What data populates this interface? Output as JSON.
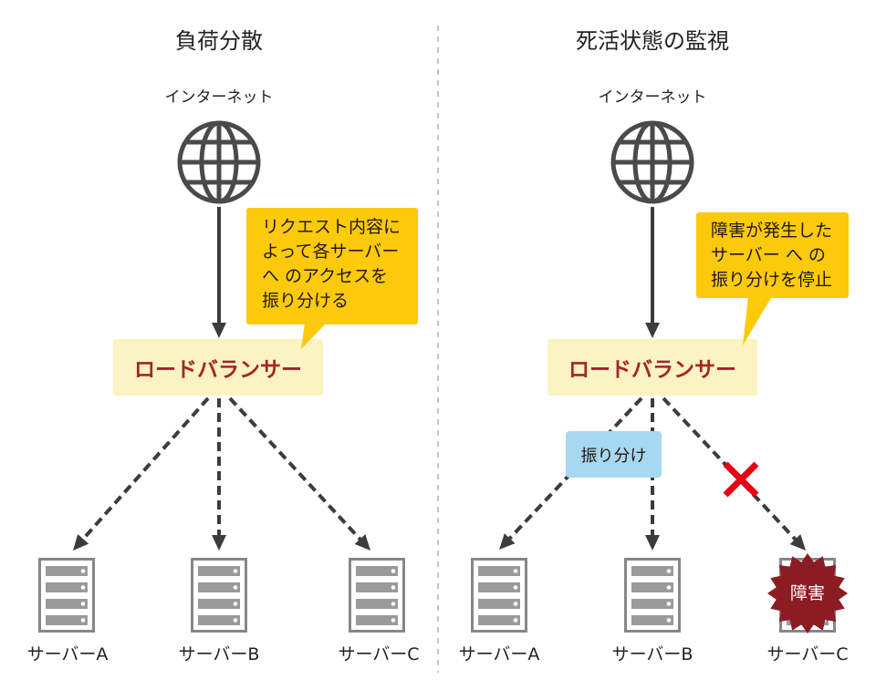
{
  "panels": [
    {
      "title": "負荷分散",
      "internet_label": "インターネット",
      "callout_lines": [
        "リクエスト内容に",
        "よって各サーバー",
        "へ のアクセスを",
        "振り分ける"
      ],
      "load_balancer_label": "ロードバランサー",
      "servers": [
        {
          "label": "サーバーA"
        },
        {
          "label": "サーバーB"
        },
        {
          "label": "サーバーC"
        }
      ]
    },
    {
      "title": "死活状態の監視",
      "internet_label": "インターネット",
      "callout_lines": [
        "障害が発生した",
        "サーバー へ の",
        "振り分けを停止"
      ],
      "load_balancer_label": "ロードバランサー",
      "distribution_label": "振り分け",
      "servers": [
        {
          "label": "サーバーA"
        },
        {
          "label": "サーバーB"
        },
        {
          "label": "サーバーC",
          "failure_badge": "障害",
          "blocked": true
        }
      ]
    }
  ],
  "colors": {
    "callout": "#FBCA0A",
    "load_balancer_bg": "#FCF3C3",
    "load_balancer_text": "#A3242A",
    "distribution_bg": "#A7D8F1",
    "failure": "#8C1C24",
    "cross": "#E60012",
    "line": "#3C3C3C"
  },
  "icons": {
    "internet": "globe-icon",
    "server": "server-icon",
    "blocked": "cross-icon",
    "failure": "starburst-icon"
  }
}
